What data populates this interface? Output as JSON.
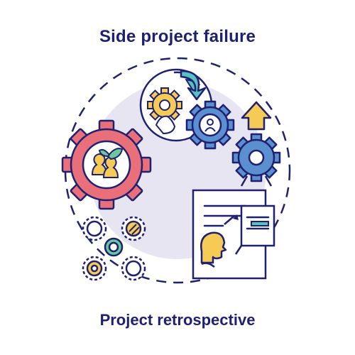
{
  "title": "Side project failure",
  "caption": "Project retrospective",
  "colors": {
    "outline": "#1f2170",
    "accent_blue": "#5b8fd0",
    "accent_red": "#e9707a",
    "accent_yellow": "#f5cb55",
    "accent_green": "#6cc79a",
    "accent_teal": "#58c2c3",
    "background_circle": "#e6e5f1"
  },
  "icons": [
    "dashed-circle-frame",
    "large-red-gear-icon",
    "people-leaf-icon",
    "rotating-gears-arrow-icon",
    "user-gear-icon",
    "arrow-up-gear-icon",
    "small-gears-cluster-icon",
    "retrospective-document-icon",
    "person-profile-icon"
  ]
}
